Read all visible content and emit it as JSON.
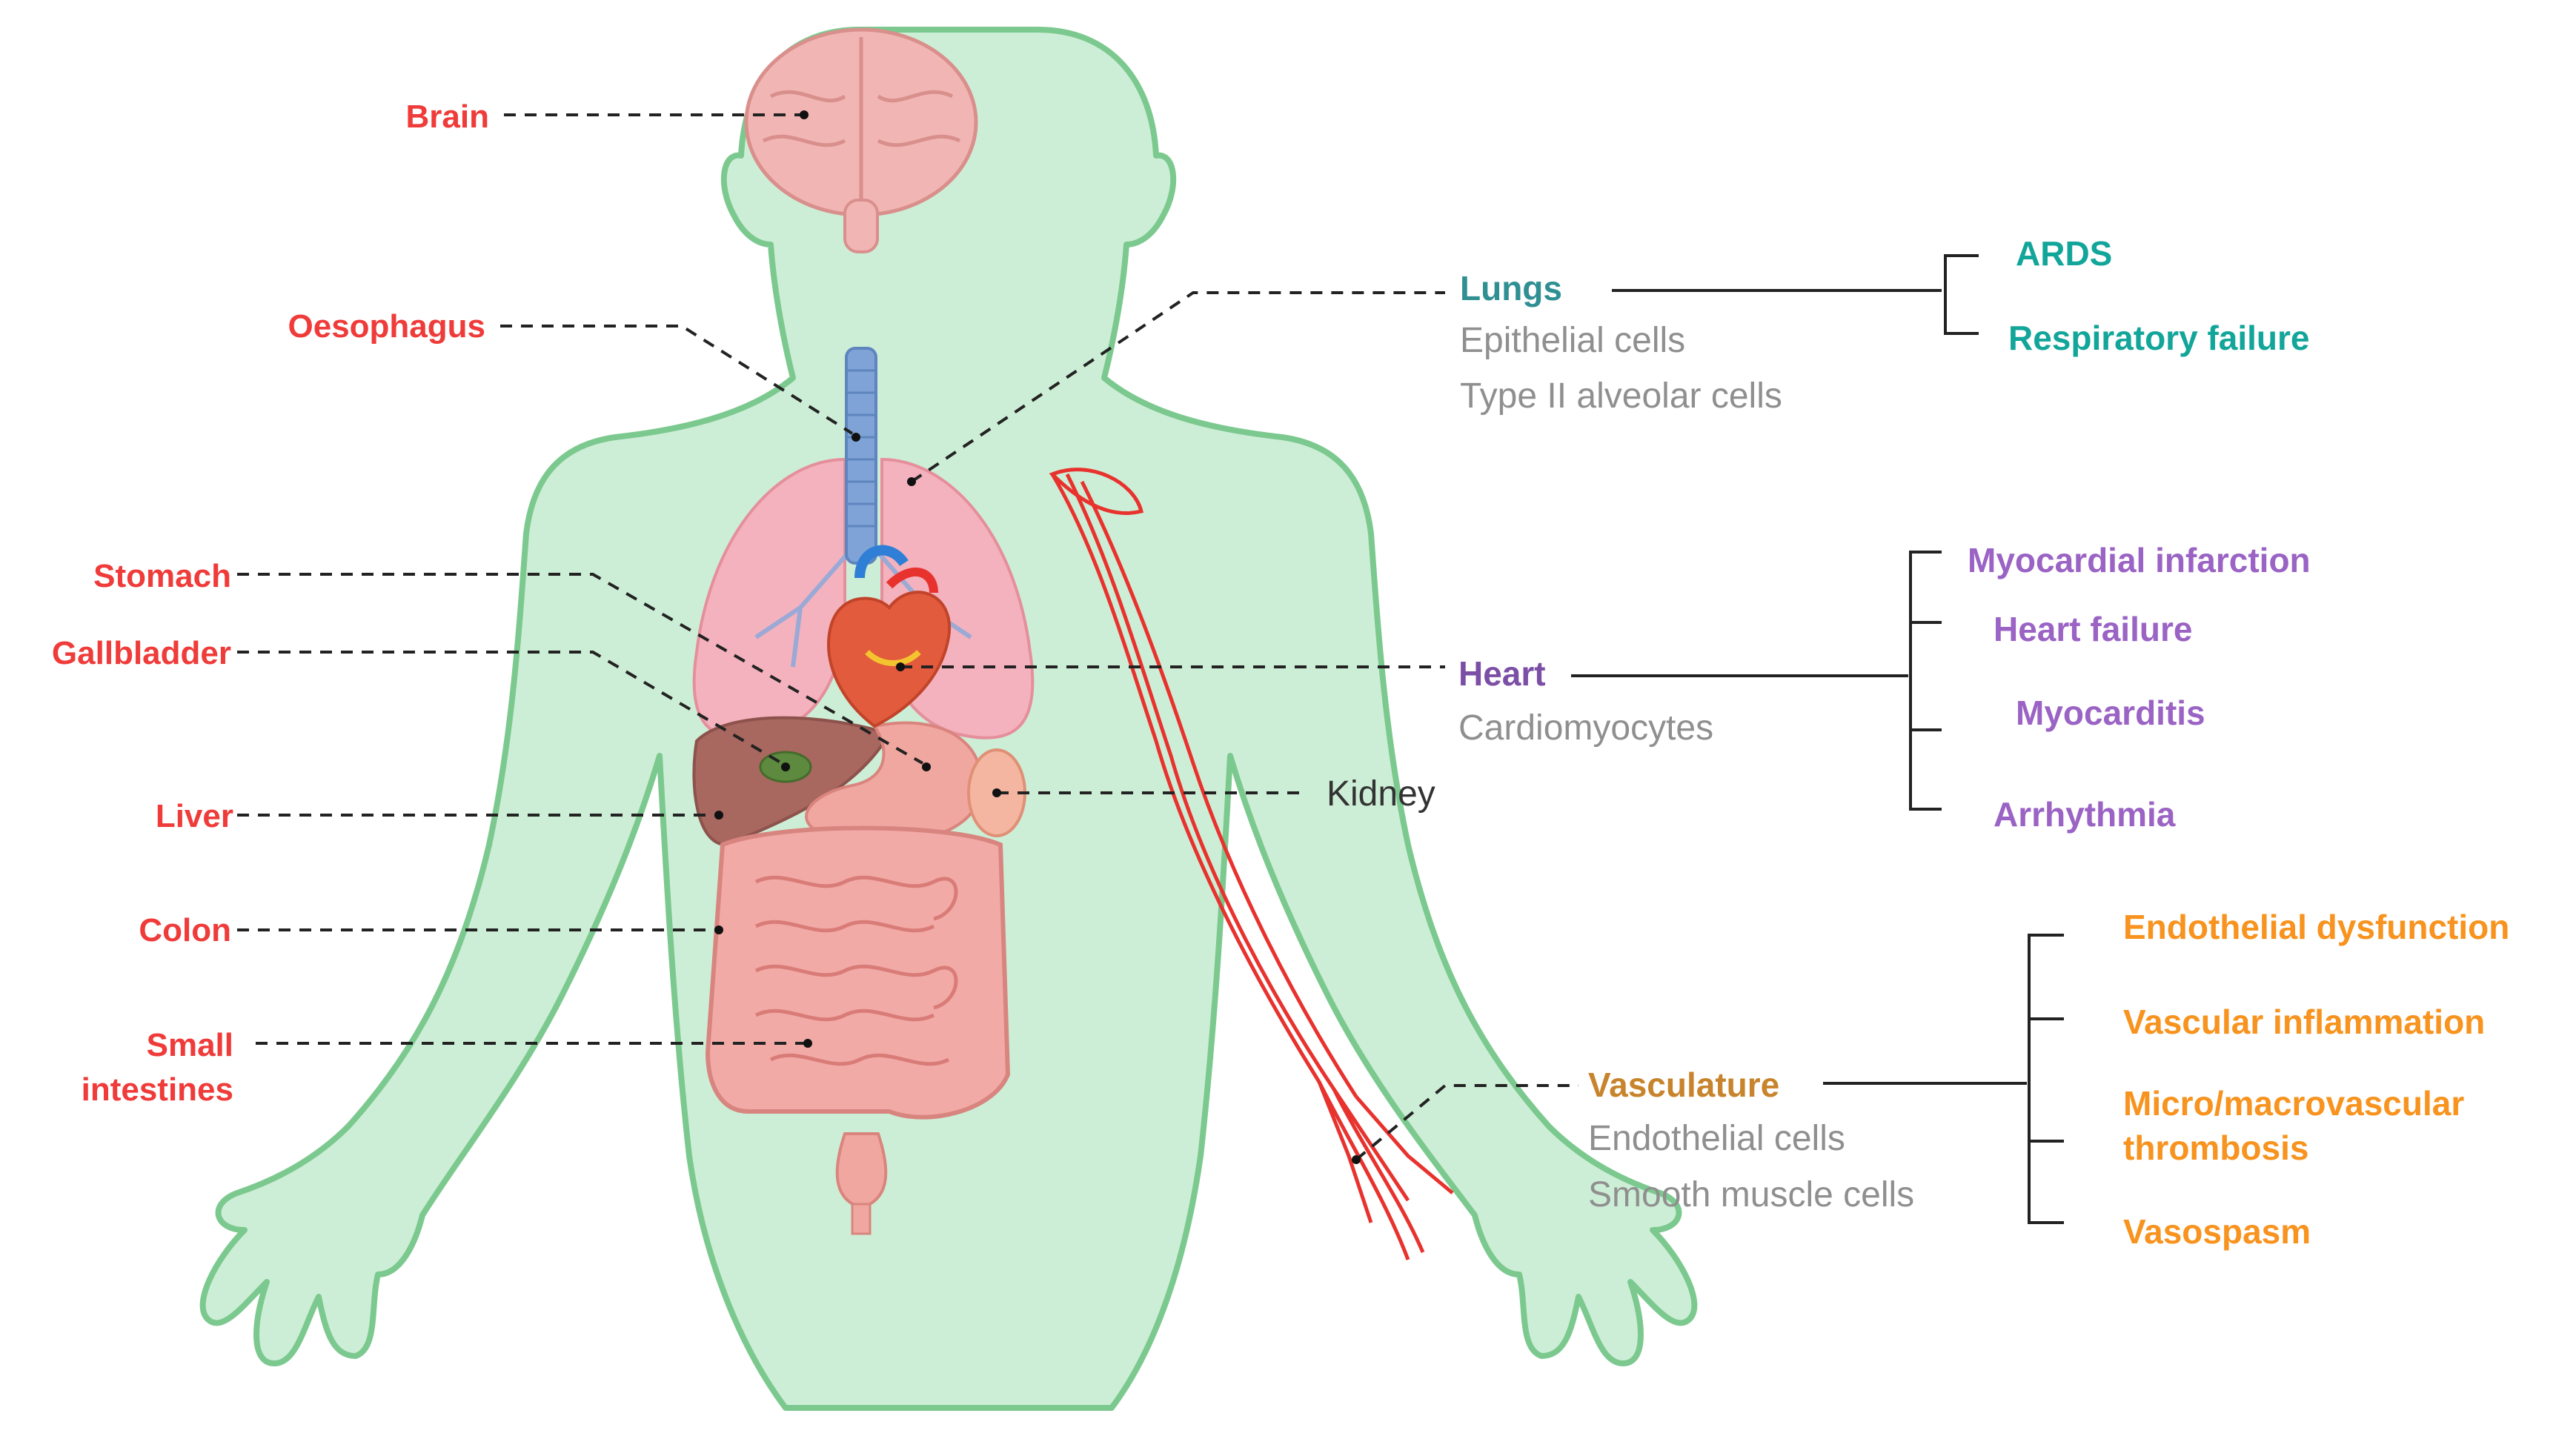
{
  "colors": {
    "organ_label": "#ef3b39",
    "lungs": "#2f8f93",
    "lungs_outcome": "#12a59a",
    "heart": "#7c4fa6",
    "heart_outcome": "#9a63c4",
    "vasculature": "#c8842c",
    "vasculature_outcome": "#f7931e",
    "body_fill": "#cdeed6",
    "body_outline": "#7cc98f",
    "vessel": "#e8322e"
  },
  "organs": {
    "brain": "Brain",
    "oesophagus": "Oesophagus",
    "stomach": "Stomach",
    "gallbladder": "Gallbladder",
    "liver": "Liver",
    "colon": "Colon",
    "small_intestines_line1": "Small",
    "small_intestines_line2": "intestines",
    "kidney": "Kidney"
  },
  "lungs": {
    "title": "Lungs",
    "cells": [
      "Epithelial cells",
      "Type II alveolar cells"
    ],
    "outcomes": [
      "ARDS",
      "Respiratory failure"
    ]
  },
  "heart": {
    "title": "Heart",
    "cells": [
      "Cardiomyocytes"
    ],
    "outcomes": [
      "Myocardial infarction",
      "Heart failure",
      "Myocarditis",
      "Arrhythmia"
    ]
  },
  "vasculature": {
    "title": "Vasculature",
    "cells": [
      "Endothelial cells",
      "Smooth muscle cells"
    ],
    "outcomes": [
      "Endothelial dysfunction",
      "Vascular inflammation",
      "Micro/macrovascular",
      "thrombosis",
      "Vasospasm"
    ]
  }
}
